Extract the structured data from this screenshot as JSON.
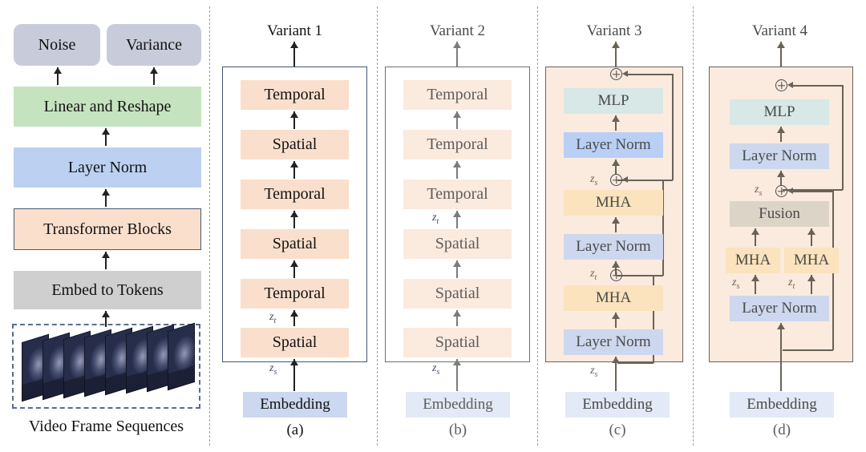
{
  "figure": {
    "type": "architecture-diagram",
    "left_pipeline": {
      "outputs": [
        {
          "label": "Noise",
          "color": "#c8cbd9"
        },
        {
          "label": "Variance",
          "color": "#c8cbd9"
        }
      ],
      "stack": [
        {
          "label": "Linear and Reshape",
          "color": "#c5e3bf"
        },
        {
          "label": "Layer Norm",
          "color": "#bcd1f2"
        },
        {
          "label": "Transformer Blocks",
          "color": "#fadfcd",
          "bordered": true
        },
        {
          "label": "Embed to Tokens",
          "color": "#cfcfcf"
        }
      ],
      "input_caption": "Video Frame Sequences",
      "frame_count": 8
    },
    "columns": [
      {
        "title": "Variant 1",
        "caption": "(a)",
        "style": "solid",
        "embedding": "Embedding",
        "z_in": "z_s",
        "z_mid": "z_t",
        "blocks": [
          {
            "label": "Temporal",
            "color": "#fadfcd"
          },
          {
            "label": "Spatial",
            "color": "#fadfcd"
          },
          {
            "label": "Temporal",
            "color": "#fadfcd"
          },
          {
            "label": "Spatial",
            "color": "#fadfcd"
          },
          {
            "label": "Temporal",
            "color": "#fadfcd"
          },
          {
            "label": "Spatial",
            "color": "#fadfcd"
          }
        ]
      },
      {
        "title": "Variant 2",
        "caption": "(b)",
        "style": "faded",
        "embedding": "Embedding",
        "z_in": "z_s",
        "z_mid": "z_t",
        "blocks": [
          {
            "label": "Temporal",
            "color": "#fbeade"
          },
          {
            "label": "Temporal",
            "color": "#fbeade"
          },
          {
            "label": "Temporal",
            "color": "#fbeade"
          },
          {
            "label": "Spatial",
            "color": "#fbeade"
          },
          {
            "label": "Spatial",
            "color": "#fbeade"
          },
          {
            "label": "Spatial",
            "color": "#fbeade"
          }
        ]
      },
      {
        "title": "Variant 3",
        "caption": "(c)",
        "style": "filled",
        "embedding": "Embedding",
        "z_in": "z_s",
        "z_s": "z_s",
        "z_t": "z_t",
        "blocks": [
          {
            "label": "MLP",
            "color": "#d7e8e6"
          },
          {
            "label": "Layer Norm",
            "color": "#b9cff5"
          },
          {
            "label": "MHA",
            "color": "#fae3bd"
          },
          {
            "label": "Layer Norm",
            "color": "#cdd8ee"
          },
          {
            "label": "MHA",
            "color": "#fae3bd"
          },
          {
            "label": "Layer Norm",
            "color": "#cdd8ee"
          }
        ]
      },
      {
        "title": "Variant 4",
        "caption": "(d)",
        "style": "filled",
        "embedding": "Embedding",
        "z_s": "z_s",
        "z_t": "z_t",
        "blocks": [
          {
            "label": "MLP",
            "color": "#d7e8e6"
          },
          {
            "label": "Layer Norm",
            "color": "#cdd8ee"
          },
          {
            "label": "Fusion",
            "color": "#ddd4c8"
          },
          {
            "label": "MHA",
            "color": "#fae3bd"
          },
          {
            "label": "MHA",
            "color": "#fae3bd"
          },
          {
            "label": "Layer Norm",
            "color": "#cdd8ee"
          }
        ]
      }
    ]
  }
}
